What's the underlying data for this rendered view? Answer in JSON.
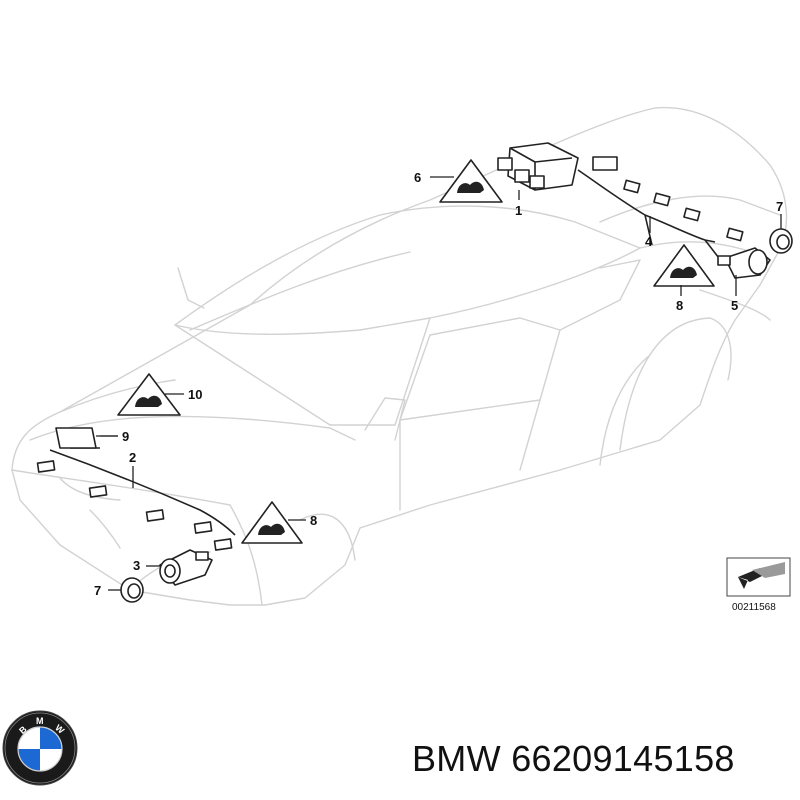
{
  "diagram": {
    "callouts": [
      "1",
      "2",
      "3",
      "4",
      "5",
      "6",
      "7",
      "7",
      "8",
      "8",
      "9",
      "10"
    ],
    "reference_code": "00211568"
  },
  "logo": {
    "brand_letters": "BMW",
    "colors": {
      "blue": "#1c69d4",
      "ring": "#111111",
      "white": "#ffffff"
    }
  },
  "caption": {
    "brand": "BMW",
    "part_number": "66209145158"
  }
}
